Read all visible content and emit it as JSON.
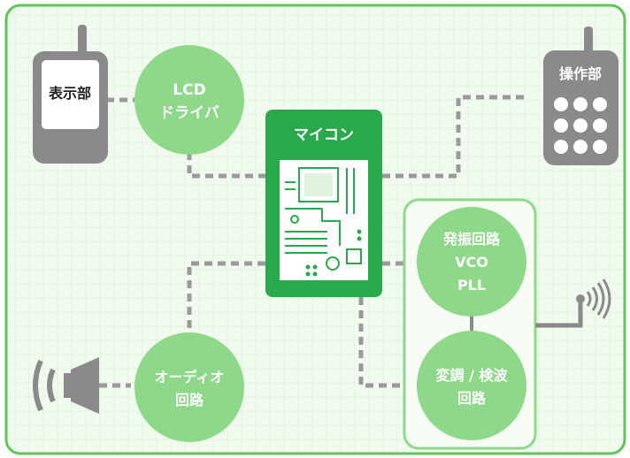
{
  "labels": {
    "display_unit": "表示部",
    "lcd_driver_line1": "LCD",
    "lcd_driver_line2": "ドライバ",
    "microcontroller": "マイコン",
    "operation_unit": "操作部",
    "oscillator_line1": "発振回路",
    "oscillator_line2": "VCO",
    "oscillator_line3": "PLL",
    "modem_line1": "変調 / 検波",
    "modem_line2": "回路",
    "audio_line1": "オーディオ",
    "audio_line2": "回路"
  },
  "colors": {
    "frame_border": "#5fc45a",
    "background": "#f1faee",
    "grid_line": "#dbf1d6",
    "node_circle": "#8ed88a",
    "mcu_box": "#27a94c",
    "device_gray": "#8a8a8a",
    "device_screen": "#ffffff",
    "dashed_connector": "#9a9a9a",
    "rf_panel": "#f7fcf5"
  },
  "icons": {
    "display_phone": "mobile-phone-display-icon",
    "keypad_phone": "mobile-phone-keypad-icon",
    "circuit_board": "circuit-board-icon",
    "speaker": "speaker-icon",
    "antenna": "antenna-icon"
  }
}
